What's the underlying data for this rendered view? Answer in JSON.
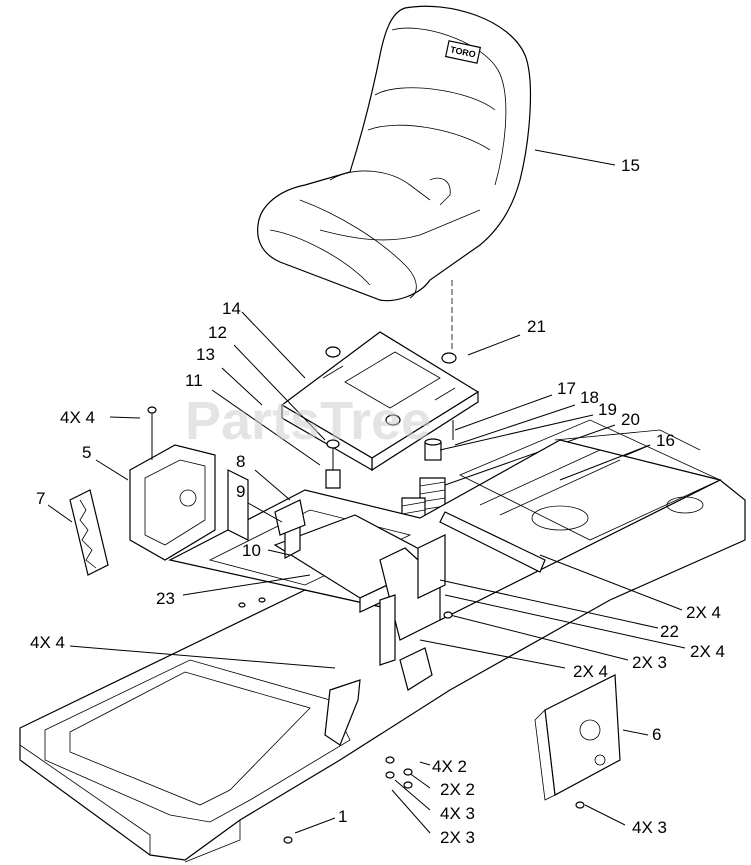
{
  "watermark": "PartsTree",
  "seat_logo": "TORO",
  "labels": {
    "l15": "15",
    "l21": "21",
    "l14": "14",
    "l12": "12",
    "l13": "13",
    "l11": "11",
    "l17": "17",
    "l18": "18",
    "l19": "19",
    "l20": "20",
    "l16": "16",
    "l4x4a": "4X 4",
    "l5": "5",
    "l7": "7",
    "l8": "8",
    "l9": "9",
    "l10": "10",
    "l23": "23",
    "l4x4b": "4X 4",
    "l2x4a": "2X 4",
    "l22": "22",
    "l2x4b": "2X 4",
    "l2x3a": "2X 3",
    "l2x4c": "2X 4",
    "l6": "6",
    "l4x2": "4X 2",
    "l2x2": "2X 2",
    "l4x3a": "4X 3",
    "l2x3b": "2X 3",
    "l1": "1",
    "l4x3b": "4X 3"
  }
}
